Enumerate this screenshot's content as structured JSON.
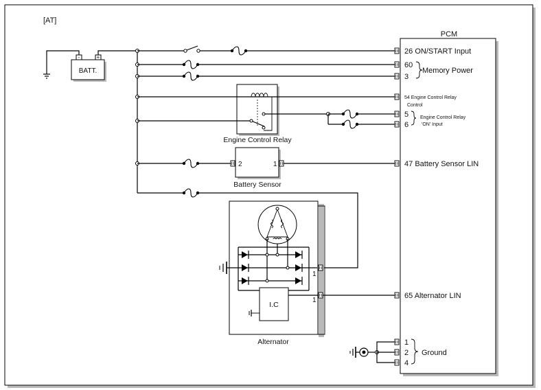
{
  "header": {
    "tag": "[AT]"
  },
  "pcm": {
    "title": "PCM",
    "pins": [
      {
        "num": "26",
        "label": "ON/START Input"
      },
      {
        "num": "60",
        "label": ""
      },
      {
        "num": "3",
        "label": ""
      },
      {
        "num": "54",
        "label": "Engine Control Relay"
      },
      {
        "num": "5",
        "label": ""
      },
      {
        "num": "6",
        "label": ""
      },
      {
        "num": "47",
        "label": "Battery Sensor LIN"
      },
      {
        "num": "65",
        "label": "Alternator LIN"
      },
      {
        "num": "1",
        "label": ""
      },
      {
        "num": "2",
        "label": ""
      },
      {
        "num": "4",
        "label": ""
      }
    ],
    "memory_power": "Memory Power",
    "relay_control_2": "Control",
    "relay_on_1": "Engine Control Relay",
    "relay_on_2": "'ON' Input",
    "ground": "Ground"
  },
  "battery": {
    "label": "BATT.",
    "minus": "-",
    "plus": "+"
  },
  "relay": {
    "label": "Engine Control Relay"
  },
  "battery_sensor": {
    "label": "Battery Sensor",
    "pin_left": "2",
    "pin_right": "1"
  },
  "alternator": {
    "label": "Alternator",
    "ic_label": "I.C",
    "pin_b": "1",
    "pin_lin": "1"
  }
}
